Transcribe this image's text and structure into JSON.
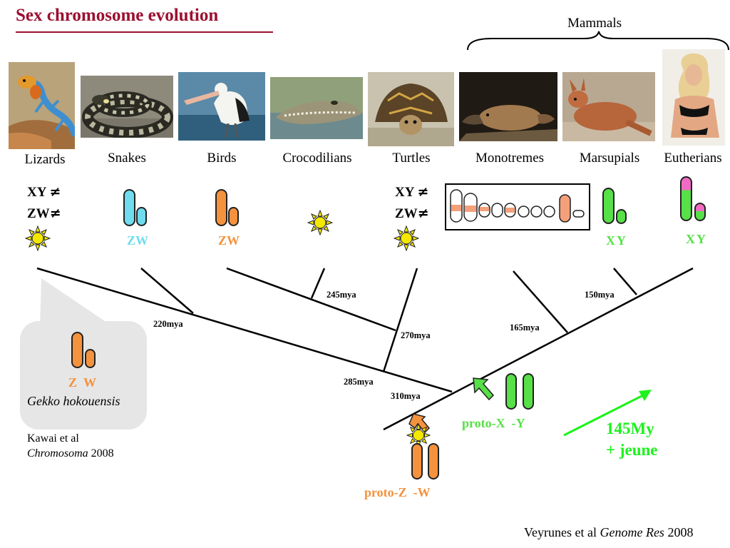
{
  "title": "Sex chromosome evolution",
  "mammals_label": "Mammals",
  "taxa": [
    {
      "name": "Lizards",
      "photo": "lizard-photo"
    },
    {
      "name": "Snakes",
      "photo": "snake-photo"
    },
    {
      "name": "Birds",
      "photo": "pelican-photo"
    },
    {
      "name": "Crocodilians",
      "photo": "crocodile-photo"
    },
    {
      "name": "Turtles",
      "photo": "turtle-photo"
    },
    {
      "name": "Monotremes",
      "photo": "platypus-photo"
    },
    {
      "name": "Marsupials",
      "photo": "kangaroo-photo"
    },
    {
      "name": "Eutherians",
      "photo": "human-photo"
    }
  ],
  "lizards_systems": {
    "xy": "XY",
    "zw": "ZW",
    "symbol": "≠"
  },
  "turtles_systems": {
    "xy": "XY",
    "zw": "ZW",
    "symbol": "≠"
  },
  "snakes_system": "ZW",
  "birds_system": "ZW",
  "marsupials_system": "XY",
  "eutherians_system": "XY",
  "divergence_times": {
    "t220": "220mya",
    "t245": "245mya",
    "t270": "270mya",
    "t285": "285mya",
    "t310": "310mya",
    "t165": "165mya",
    "t150": "150mya"
  },
  "proto_xy": {
    "x": "proto-X",
    "y": "-Y"
  },
  "proto_zw": {
    "z": "proto-Z",
    "w": "-W"
  },
  "younger_arrow": {
    "line1": "145My",
    "line2": "+ jeune"
  },
  "callout": {
    "z": "Z",
    "w": "W",
    "species": "Gekko hokouensis"
  },
  "citation_left": {
    "authors": "Kawai et al",
    "journal": "Chromosoma",
    "year": "2008"
  },
  "citation_right": {
    "authors": "Veyrunes et al",
    "journal": "Genome Res",
    "year": "2008"
  },
  "colors": {
    "title": "#9b1030",
    "orange": "#f5923e",
    "cyan": "#6fdcef",
    "green": "#57e048",
    "pink": "#f06bc4",
    "sun": "#f5e800"
  }
}
